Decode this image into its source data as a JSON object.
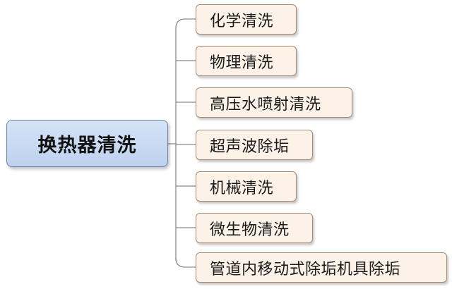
{
  "root": {
    "label": "换热器清洗"
  },
  "branches": [
    {
      "label": "化学清洗"
    },
    {
      "label": "物理清洗"
    },
    {
      "label": "高压水喷射清洗"
    },
    {
      "label": "超声波除垢"
    },
    {
      "label": "机械清洗"
    },
    {
      "label": "微生物清洗"
    },
    {
      "label": "管道内移动式除垢机具除垢"
    }
  ],
  "colors": {
    "root_fill": "#c9daf3",
    "root_border": "#6b84ad",
    "branch_fill": "#fdf2e8",
    "branch_border": "#a68a72",
    "connector": "#8a8a8a"
  }
}
